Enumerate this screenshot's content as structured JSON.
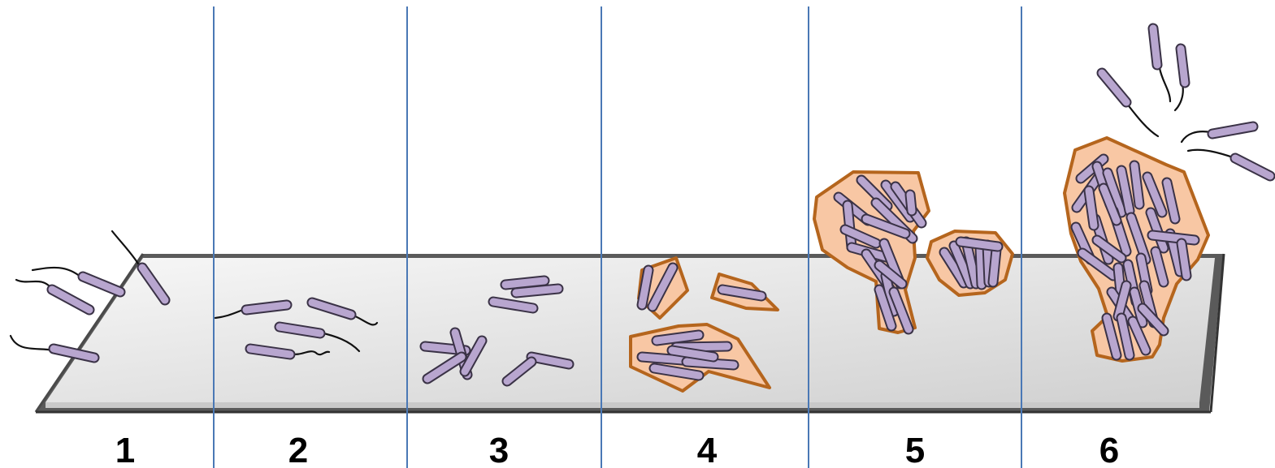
{
  "stages": [
    {
      "label": "1"
    },
    {
      "label": "2"
    },
    {
      "label": "3"
    },
    {
      "label": "4"
    },
    {
      "label": "5"
    },
    {
      "label": "6"
    }
  ],
  "colors": {
    "bacterium_fill": "#b8a6cf",
    "bacterium_stroke": "#3a3246",
    "matrix_fill": "#f8c7a4",
    "matrix_stroke": "#b5651d",
    "divider": "#4a78b5",
    "surface_top": "#e6e6e6",
    "surface_edge": "#4a4a4a"
  }
}
